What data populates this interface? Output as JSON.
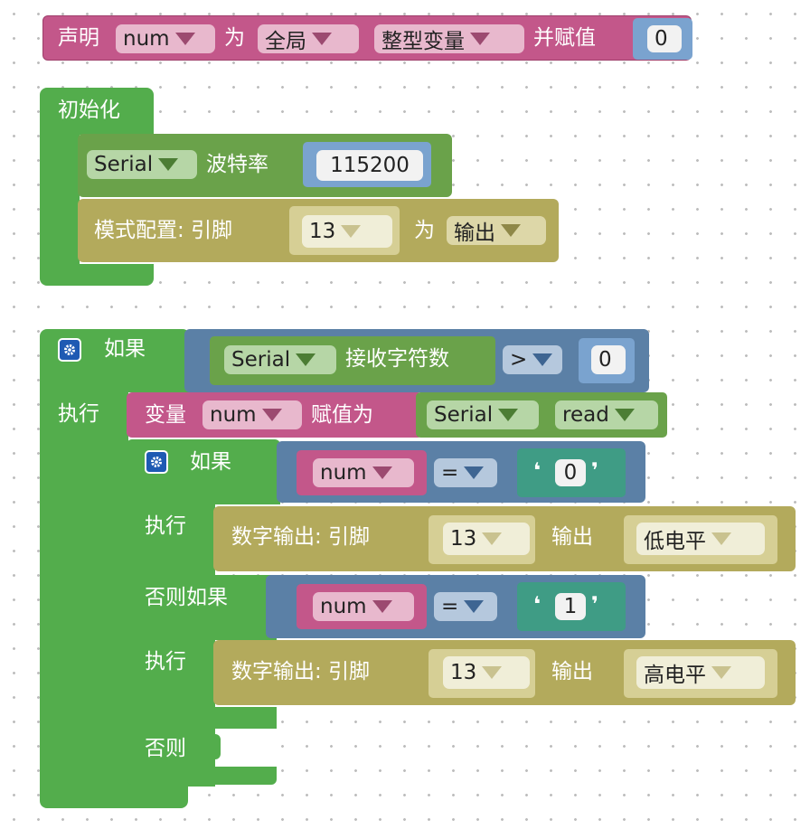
{
  "colors": {
    "global_var": "#c3578a",
    "control": "#53ad4c",
    "serial": "#6aa24a",
    "io": "#b3aa5c",
    "logic": "#5b80a6",
    "text": "#3f9c85"
  },
  "declare": {
    "label": "声明",
    "var": "num",
    "as_label": "为",
    "scope": "全局",
    "type": "整型变量",
    "assign_label": "并赋值",
    "value": "0"
  },
  "setup": {
    "label": "初始化",
    "serial": "Serial",
    "baud_label": "波特率",
    "baud": "115200",
    "pinmode_label": "模式配置: 引脚",
    "pin": "13",
    "as_label": "为",
    "mode": "输出"
  },
  "if_outer": {
    "if_label": "如果",
    "serial": "Serial",
    "available_label": "接收字符数",
    "op": ">",
    "value": "0",
    "do_label": "执行"
  },
  "assign": {
    "label": "变量",
    "var": "num",
    "assign_label": "赋值为",
    "serial": "Serial",
    "method": "read"
  },
  "if_inner": {
    "if_label": "如果",
    "do_label": "执行",
    "elseif_label": "否则如果",
    "else_label": "否则",
    "cond1": {
      "var": "num",
      "op": "=",
      "char": "0"
    },
    "cond2": {
      "var": "num",
      "op": "=",
      "char": "1"
    },
    "write1": {
      "label": "数字输出: 引脚",
      "pin": "13",
      "out_label": "输出",
      "level": "低电平"
    },
    "write2": {
      "label": "数字输出: 引脚",
      "pin": "13",
      "out_label": "输出",
      "level": "高电平"
    }
  }
}
